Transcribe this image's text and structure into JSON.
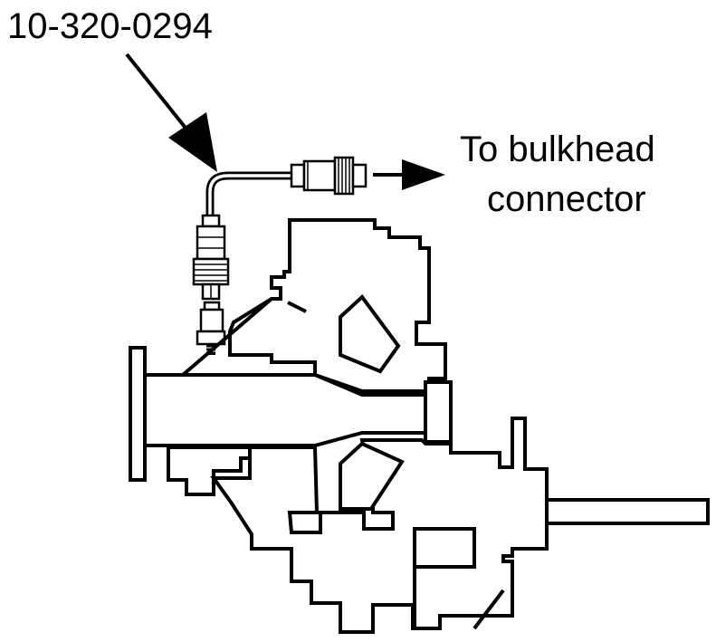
{
  "part_number": "10-320-0294",
  "destination_label": {
    "line1": "To bulkhead",
    "line2": "connector"
  }
}
